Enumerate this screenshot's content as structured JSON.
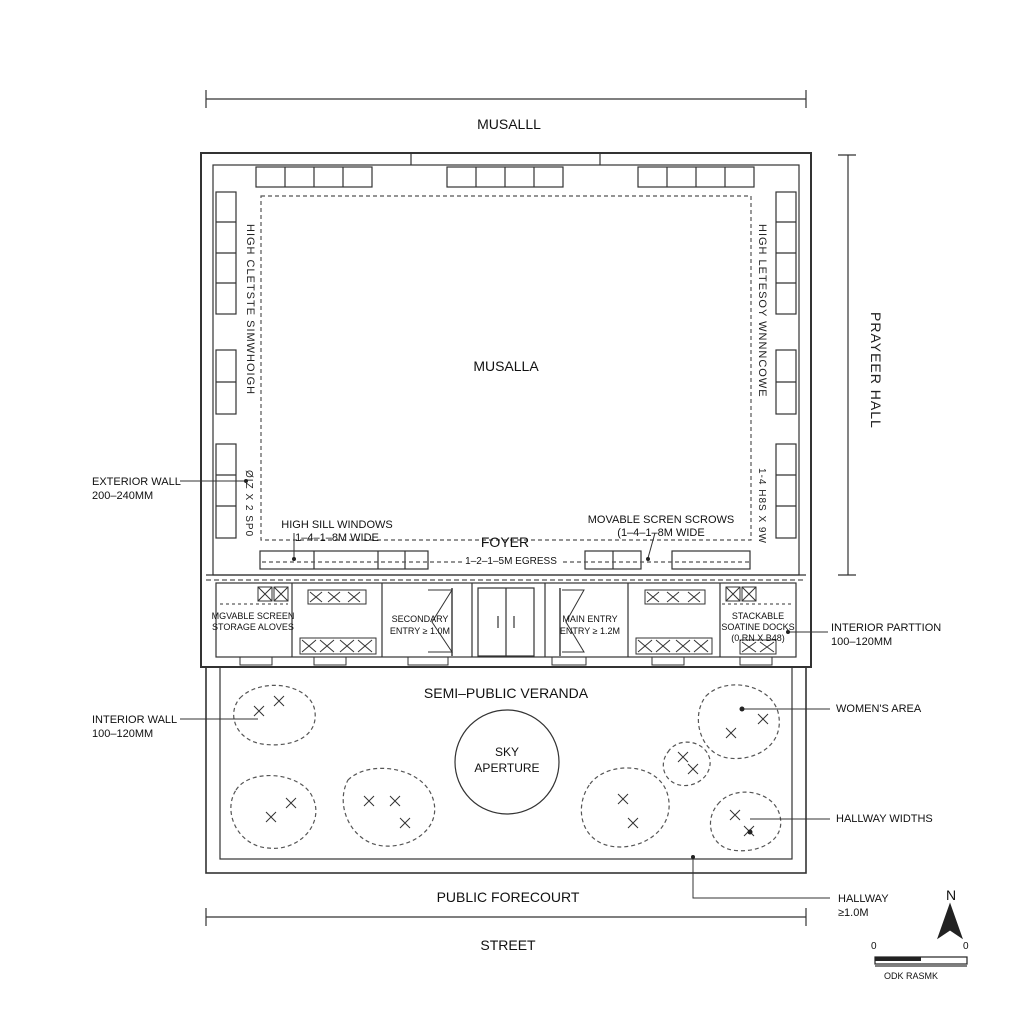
{
  "labels": {
    "top_title": "MUSALLL",
    "musalla": "MUSALLA",
    "prayer_hall": "PRAYEER HALL",
    "high_windows_left": "HIGH CLETSTE SIMWHOIGH",
    "high_windows_right": "HIGH LETESOY WNNNCOWE",
    "left_dim_small": "ØIZ X 2 SP0",
    "right_dim_small": "1-4 H8S X 9W",
    "exterior_wall": "EXTERIOR WALL\n200–240MM",
    "high_sill_windows": "HIGH SILL WINDOWS\n1–4–1–8M WIDE",
    "foyer": "FOYER",
    "movable_screen_scrows": "MOVABLE SCREN SCROWS\n(1–4–1–8M WIDE",
    "egress": "1–2–1–5M EGRESS",
    "movable_screen_storage": "MGVABLE SCREEN\nSTORAGE ALOVES",
    "secondary_entry": "SECONDARY\nENTRY ≥ 1.0M",
    "main_entry": "MAIN ENTRY\nENTRY ≥ 1.2M",
    "stackable_docks": "STACKABLE\nSOATINE DOCKS\n(0.RN X B48)",
    "interior_partition": "INTERIOR PARTTION\n100–120MM",
    "semi_public_veranda": "SEMI–PUBLIC VERANDA",
    "interior_wall": "INTERIOR WALL\n100–120MM",
    "womens_area": "WOMEN'S AREA",
    "sky_aperture": "SKY\nAPERTURE",
    "hallway_widths": "HALLWAY WIDTHS",
    "public_forecourt": "PUBLIC FORECOURT",
    "hallway_min": "HALLWAY\n≥1.0M",
    "street": "STREET",
    "north": "N",
    "scale_start": "0",
    "scale_end": "0",
    "scale_caption": "ODK RASMK"
  },
  "colors": {
    "line": "#333333",
    "dash": "#555555",
    "paper": "#ffffff"
  }
}
